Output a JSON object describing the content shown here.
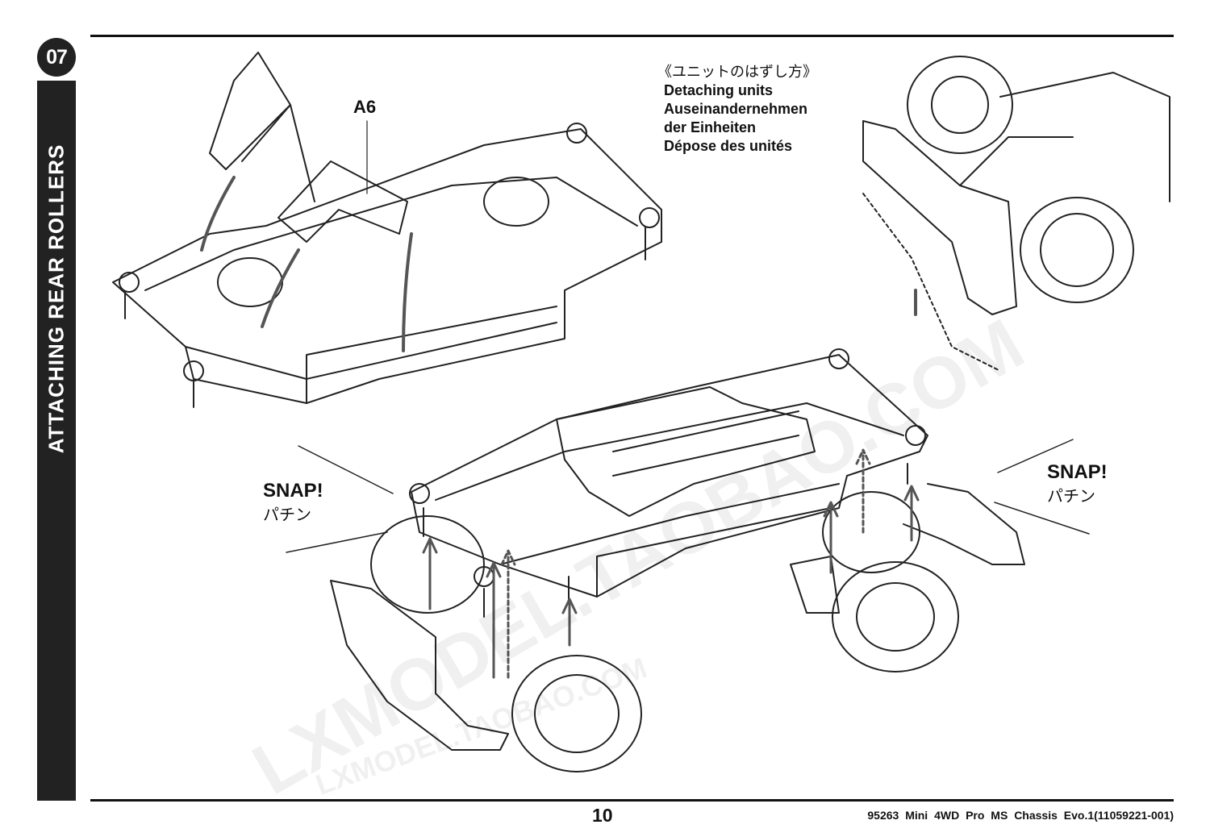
{
  "step_number": "07",
  "section_title": "ATTACHING REAR ROLLERS",
  "detaching": {
    "japanese": "《ユニットのはずし方》",
    "english": "Detaching units",
    "german_1": "Auseinandernehmen",
    "german_2": "der Einheiten",
    "french": "Dépose des unités"
  },
  "part_label": "A6",
  "snap_left": {
    "text": "SNAP!",
    "japanese": "パチン"
  },
  "snap_right": {
    "text": "SNAP!",
    "japanese": "パチン"
  },
  "page_number": "10",
  "footer": "95263 Mini 4WD Pro MS Chassis Evo.1(11059221-001)",
  "watermarks": [
    "LXMODEL.TAOBAO.COM",
    "LXMODEL.TAOBAO.COM"
  ],
  "icons": [
    "chassis-illustration",
    "wheel-icon",
    "arrow-up-icon"
  ]
}
